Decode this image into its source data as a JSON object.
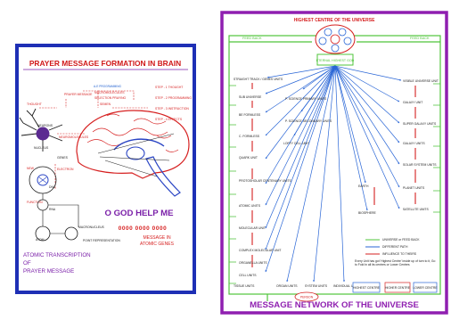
{
  "left_poster": {
    "title": "PRAYER MESSAGE FORMATION IN BRAIN",
    "callout": "O GOD HELP ME",
    "symbols": "0000 0000 0000",
    "symbol_caption_1": "MESSAGE IN",
    "symbol_caption_2": "ATOMIC GENES",
    "caption_line1": "ATOMIC TRANSCRIPTION",
    "caption_line2": "OF",
    "caption_line3": "PRAYER MESSAGE",
    "step_labels": [
      "STEP - 1  THOUGHT",
      "STEP - 2  PROGRAMMING",
      "STEP - 3  INSTRUCTION",
      "STEP - 4  EFFECTS"
    ],
    "brain_notes": [
      "A-E PROGRAMMING",
      "PRAYER MESSAGE",
      "MACROMOLECULES",
      "SELECTION PRAYING",
      "THOUGHT",
      "SEMEN",
      "NEUROMOLECULES",
      "NEURONS",
      "NUCLEUS",
      "GENES",
      "NEW",
      "ELECTRON",
      "DNA",
      "FUNCTION",
      "RNA",
      "MACRONUCLEUS",
      "POINT REPRESENTATION",
      "ATOM"
    ]
  },
  "right_poster": {
    "top_title": "HIGHEST CENTRE OF THE UNIVERSE",
    "hub_label": "ETERNAL HIGHEST GOD",
    "bottom_title": "MESSAGE NETWORK OF THE UNIVERSE",
    "left_header": "FEED BACK",
    "right_header": "FEED BACK",
    "left_levels": [
      "STRAIGHT TRACK / GENES UNITS",
      "SUB UNIVERSE",
      "BE FORMLESS",
      "C. FORMLESS",
      "QUARK UNIT",
      "PROTOSHOLAR CENTENARY UNITS",
      "ATOMIC UNITS",
      "MOLECULAR UNIT",
      "COMPLEX MOLECULAR UNIT",
      "ORGANELLA UNITS",
      "CELL UNITS"
    ],
    "middle_levels": [
      "P. SCIENCE PRIMARY UNITS",
      "P. SCIENCE SECONDARY UNITS",
      "LOFTY CELL UNIT",
      "EARTH",
      "BIOSPHERE"
    ],
    "right_levels": [
      "VISIBLE UNIVERSE UNIT",
      "GALAXY UNIT",
      "SUPER GALAXY UNITS",
      "GALAXY UNITS",
      "SOLAR SYSTEM UNITS",
      "PLANET UNITS",
      "SATELLITE UNITS"
    ],
    "bottom_units": [
      "TISSUE UNITS",
      "ORGAN UNITS",
      "SYSTEM UNITS",
      "INDIVIDUAL UNIT"
    ],
    "bottom_oval": "PERSON",
    "legend": [
      "UNIVERSE or FEED BACK",
      "DIFFERENT PATH",
      "INFLUENCE TO THEIRS"
    ],
    "note": "Every Unit has got 'Highest Centre' inside up of turn to it, Go to Fold in all its centres or Lower Centres",
    "centre_boxes": [
      "HIGHEST CENTRE",
      "HIGHER CENTRE",
      "LOWER CENTRE"
    ]
  },
  "colors": {
    "left_border": "#1e2fb5",
    "left_title": "#d01818",
    "purple": "#7a1fa8",
    "right_border": "#4fc43b",
    "right_title": "#8f1fb0",
    "network_blue": "#2a66d6",
    "red": "#d62020"
  }
}
